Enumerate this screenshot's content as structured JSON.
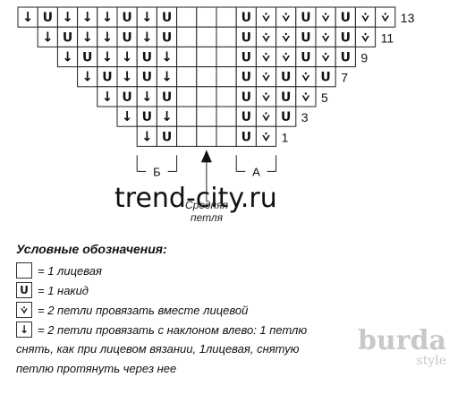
{
  "chart_data": {
    "type": "knitting-chart",
    "rows": [
      {
        "number": "13",
        "cells": [
          "d",
          "u",
          "d",
          "d",
          "d",
          "u",
          "d",
          "u",
          " ",
          " ",
          " ",
          "u",
          "v",
          "v",
          "u",
          "v",
          "u",
          "v",
          "v"
        ]
      },
      {
        "number": "11",
        "cells": [
          "d",
          "u",
          "d",
          "d",
          "u",
          "d",
          "u",
          " ",
          " ",
          " ",
          "u",
          "v",
          "v",
          "u",
          "v",
          "u",
          "v"
        ]
      },
      {
        "number": "9",
        "cells": [
          "d",
          "u",
          "d",
          "d",
          "u",
          "d",
          " ",
          " ",
          " ",
          "u",
          "v",
          "v",
          "u",
          "v",
          "u"
        ]
      },
      {
        "number": "7",
        "cells": [
          "d",
          "u",
          "d",
          "u",
          "d",
          " ",
          " ",
          " ",
          "u",
          "v",
          "u",
          "v",
          "u"
        ]
      },
      {
        "number": "5",
        "cells": [
          "d",
          "u",
          "d",
          "u",
          " ",
          " ",
          " ",
          "u",
          "v",
          "u",
          "v"
        ]
      },
      {
        "number": "3",
        "cells": [
          "d",
          "u",
          "d",
          " ",
          " ",
          " ",
          "u",
          "v",
          "u"
        ]
      },
      {
        "number": "1",
        "cells": [
          "d",
          "u",
          " ",
          " ",
          " ",
          "u",
          "v"
        ]
      }
    ],
    "groups": [
      "Б",
      "А"
    ]
  },
  "symbols": {
    "u": "U",
    "d": "↓",
    "v": "⩒"
  },
  "watermark": "trend-city.ru",
  "center_stitch_label_line1": "Средняя",
  "center_stitch_label_line2": "петля",
  "legend": {
    "title": "Условные обозначения:",
    "items": [
      {
        "symbol": "",
        "text": "= 1 лицевая"
      },
      {
        "symbol": "U",
        "text": "= 1 накид"
      },
      {
        "symbol": "⩒",
        "text": "= 2 петли провязать вместе лицевой"
      },
      {
        "symbol": "↓",
        "text": "= 2 петли провязать с наклоном влево: 1 петлю"
      }
    ],
    "continuation_line1": "снять, как при лицевом вязании, 1лицевая, снятую",
    "continuation_line2": "петлю протянуть через нее"
  },
  "brand": {
    "name": "burda",
    "sub": "style"
  }
}
